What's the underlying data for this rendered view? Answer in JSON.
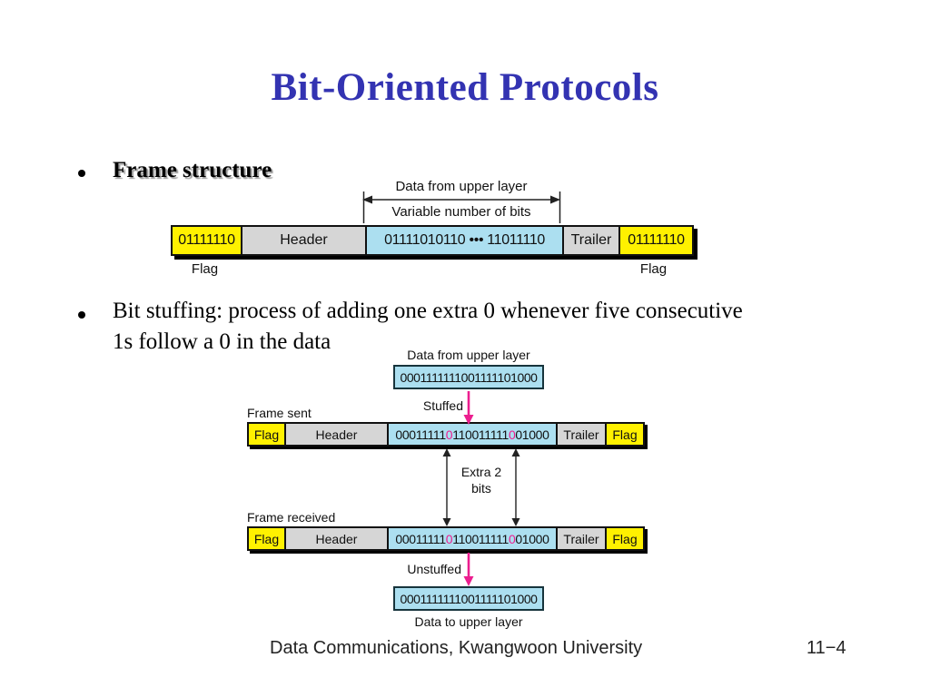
{
  "colors": {
    "title": "#3333B2",
    "flag_fill": "#FFF100",
    "header_fill": "#D6D6D6",
    "data_fill": "#ACDFF0",
    "stuffed_bit": "#EC1E8F",
    "pink_arrow": "#EC1E8F"
  },
  "title": "Bit-Oriented Protocols",
  "bullet1": {
    "text": "Frame structure"
  },
  "bullet2": {
    "line1": "Bit stuffing: process of adding one extra 0 whenever five consecutive",
    "line2": "1s follow a 0 in the data"
  },
  "frame_diagram": {
    "top_label": "Data from upper layer",
    "span_label": "Variable number of bits",
    "flag_bits_left": "01111110",
    "header": "Header",
    "data_bits": "01111010110 ••• 11011110",
    "trailer": "Trailer",
    "flag_bits_right": "01111110",
    "flag_label_left": "Flag",
    "flag_label_right": "Flag"
  },
  "stuffing_diagram": {
    "top_label": "Data from upper layer",
    "original_bits": "0001111111001111101000",
    "stuffed_arrow_label": "Stuffed",
    "frame_sent_label": "Frame sent",
    "flag": "Flag",
    "header": "Header",
    "trailer": "Trailer",
    "stuffed_segments": [
      {
        "text": "00011111",
        "stuffed": false
      },
      {
        "text": "0",
        "stuffed": true
      },
      {
        "text": "110011111",
        "stuffed": false
      },
      {
        "text": "0",
        "stuffed": true
      },
      {
        "text": "01000",
        "stuffed": false
      }
    ],
    "extra_bits_line1": "Extra 2",
    "extra_bits_line2": "bits",
    "frame_received_label": "Frame received",
    "unstuffed_arrow_label": "Unstuffed",
    "unstuffed_bits": "0001111111001111101000",
    "bottom_label": "Data to upper layer"
  },
  "footer": {
    "text": "Data Communications, Kwangwoon University",
    "page": "11−4"
  }
}
